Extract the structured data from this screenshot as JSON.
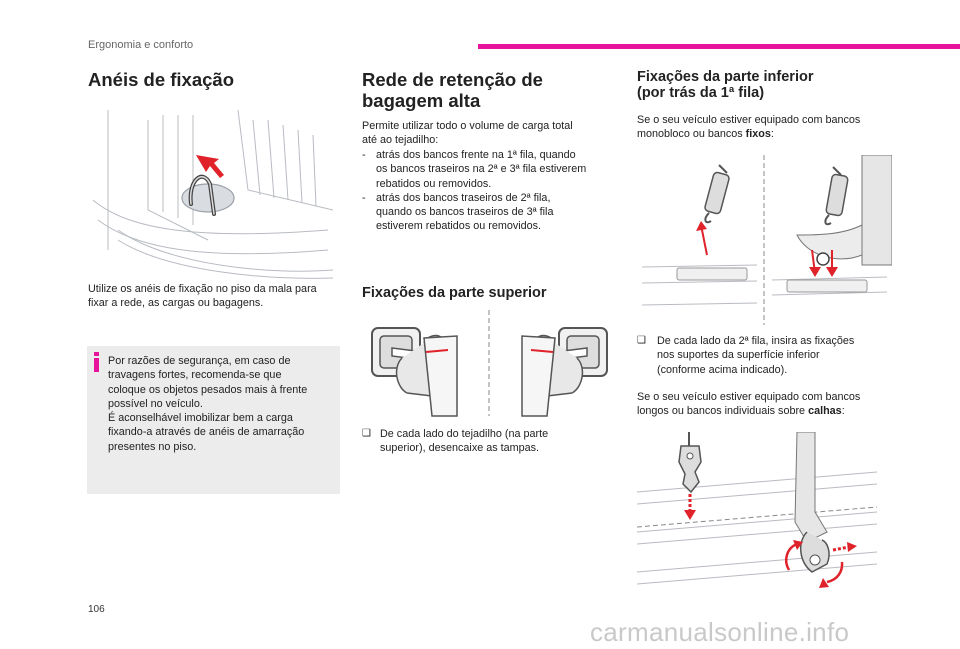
{
  "header": {
    "section_label": "Ergonomia e conforto",
    "accent_color": "#e8139b"
  },
  "col1": {
    "title": "Anéis de fixação",
    "paragraph": "Utilize os anéis de fixação no piso da mala para fixar a rede, as cargas ou bagagens.",
    "info_lines": [
      "Por razões de segurança, em caso de",
      "travagens fortes, recomenda-se que",
      "coloque os objetos pesados mais à frente",
      "possível no veículo.",
      "É aconselhável imobilizar bem a carga",
      "fixando-a através de anéis de amarração",
      "presentes no piso."
    ]
  },
  "col2": {
    "title_line1": "Rede de retenção de",
    "title_line2": "bagagem alta",
    "intro_line1": "Permite utilizar todo o volume de carga total",
    "intro_line2": "até ao tejadilho:",
    "bullets": [
      [
        "atrás dos bancos frente na 1ª fila, quando",
        "os bancos traseiros na 2ª e 3ª fila estiverem",
        "rebatidos ou removidos."
      ],
      [
        "atrás dos bancos traseiros de 2ª fila,",
        "quando os bancos traseiros de 3ª fila",
        "estiverem rebatidos ou removidos."
      ]
    ],
    "bullet_marker": "-",
    "subtitle": "Fixações da parte superior",
    "step_line1": "De cada lado do tejadilho (na parte",
    "step_line2": "superior), desencaixe as tampas."
  },
  "col3": {
    "title_line1": "Fixações da parte inferior",
    "title_line2": "(por trás da 1ª fila)",
    "p1_line1": "Se o seu veículo estiver equipado com bancos",
    "p1_line2": "monobloco ou bancos ",
    "p1_bold": "fixos",
    "p1_end": ":",
    "step_line1": "De cada lado da 2ª fila, insira as fixações",
    "step_line2": "nos suportes da superfície inferior",
    "step_line3": "(conforme acima indicado).",
    "p2_line1": "Se o seu veículo estiver equipado com bancos",
    "p2_line2": "longos ou bancos individuais sobre ",
    "p2_bold": "calhas",
    "p2_end": ":"
  },
  "footer": {
    "page_number": "106",
    "watermark": "carmanualsonline.info"
  }
}
